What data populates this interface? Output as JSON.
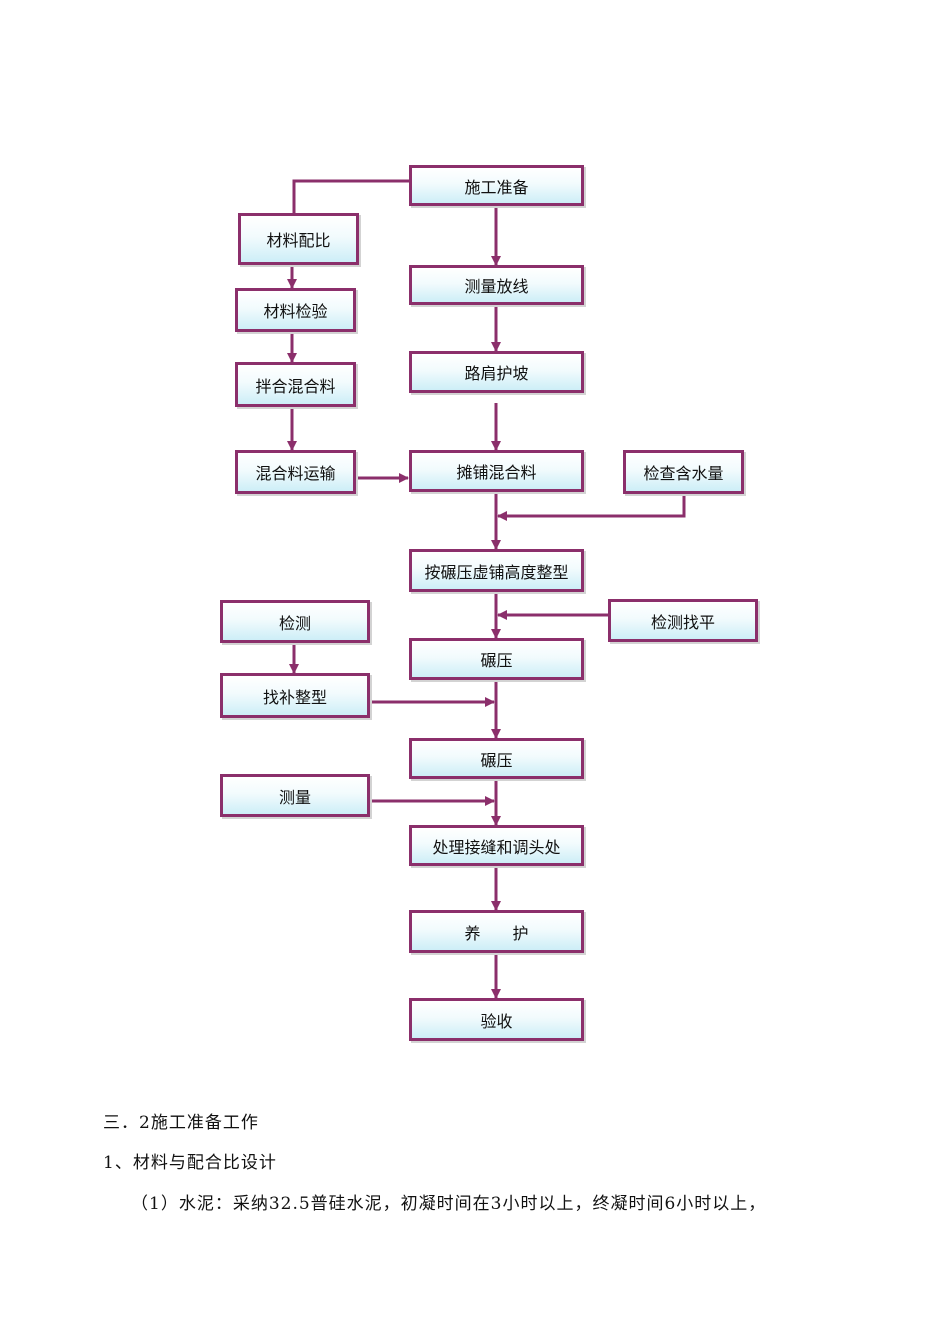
{
  "flowchart": {
    "boxes": {
      "shigong_zhunbei": "施工准备",
      "celiang_fangxian": "测量放线",
      "lujian_hupo": "路肩护坡",
      "tanpu_hunheliao": "摊铺混合料",
      "anniya_zhengxing": "按碾压虚铺高度整型",
      "nianya_1": "碾压",
      "nianya_2": "碾压",
      "chuli_jiefeng": "处理接缝和调头处",
      "yanghu": "养　　护",
      "yanshou": "验收",
      "cailiao_peibi": "材料配比",
      "cailiao_jianyan": "材料检验",
      "banhe_hunheliao": "拌合混合料",
      "hunheliao_yunshu": "混合料运输",
      "jiancha_hanshuiliang": "检查含水量",
      "jiance": "检测",
      "zhaobu_zhengxing": "找补整型",
      "celiang": "测量",
      "jiance_zhaoping": "检测找平"
    },
    "colors": {
      "border": "#8b2f6b",
      "line": "#8b2f6b",
      "fill_bottom": "#cdeef7"
    }
  },
  "text": {
    "section_heading": "三．2施工准备工作",
    "item_heading": "1、材料与配合比设计",
    "paragraph_line": "（1）水泥：采纳32.5普硅水泥，初凝时间在3小时以上，终凝时间6小时以上，"
  }
}
